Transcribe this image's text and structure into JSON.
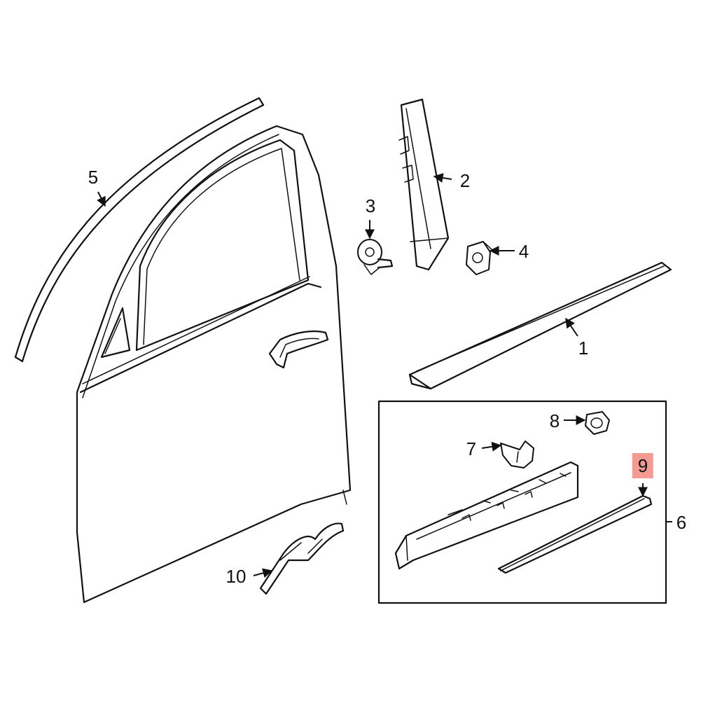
{
  "diagram": {
    "highlight_color": "#f39b93",
    "line_color": "#111111",
    "callouts": [
      {
        "id": "1",
        "label": "1"
      },
      {
        "id": "2",
        "label": "2"
      },
      {
        "id": "3",
        "label": "3"
      },
      {
        "id": "4",
        "label": "4"
      },
      {
        "id": "5",
        "label": "5"
      },
      {
        "id": "6",
        "label": "6"
      },
      {
        "id": "7",
        "label": "7"
      },
      {
        "id": "8",
        "label": "8"
      },
      {
        "id": "9",
        "label": "9",
        "highlighted": true
      },
      {
        "id": "10",
        "label": "10"
      }
    ]
  }
}
